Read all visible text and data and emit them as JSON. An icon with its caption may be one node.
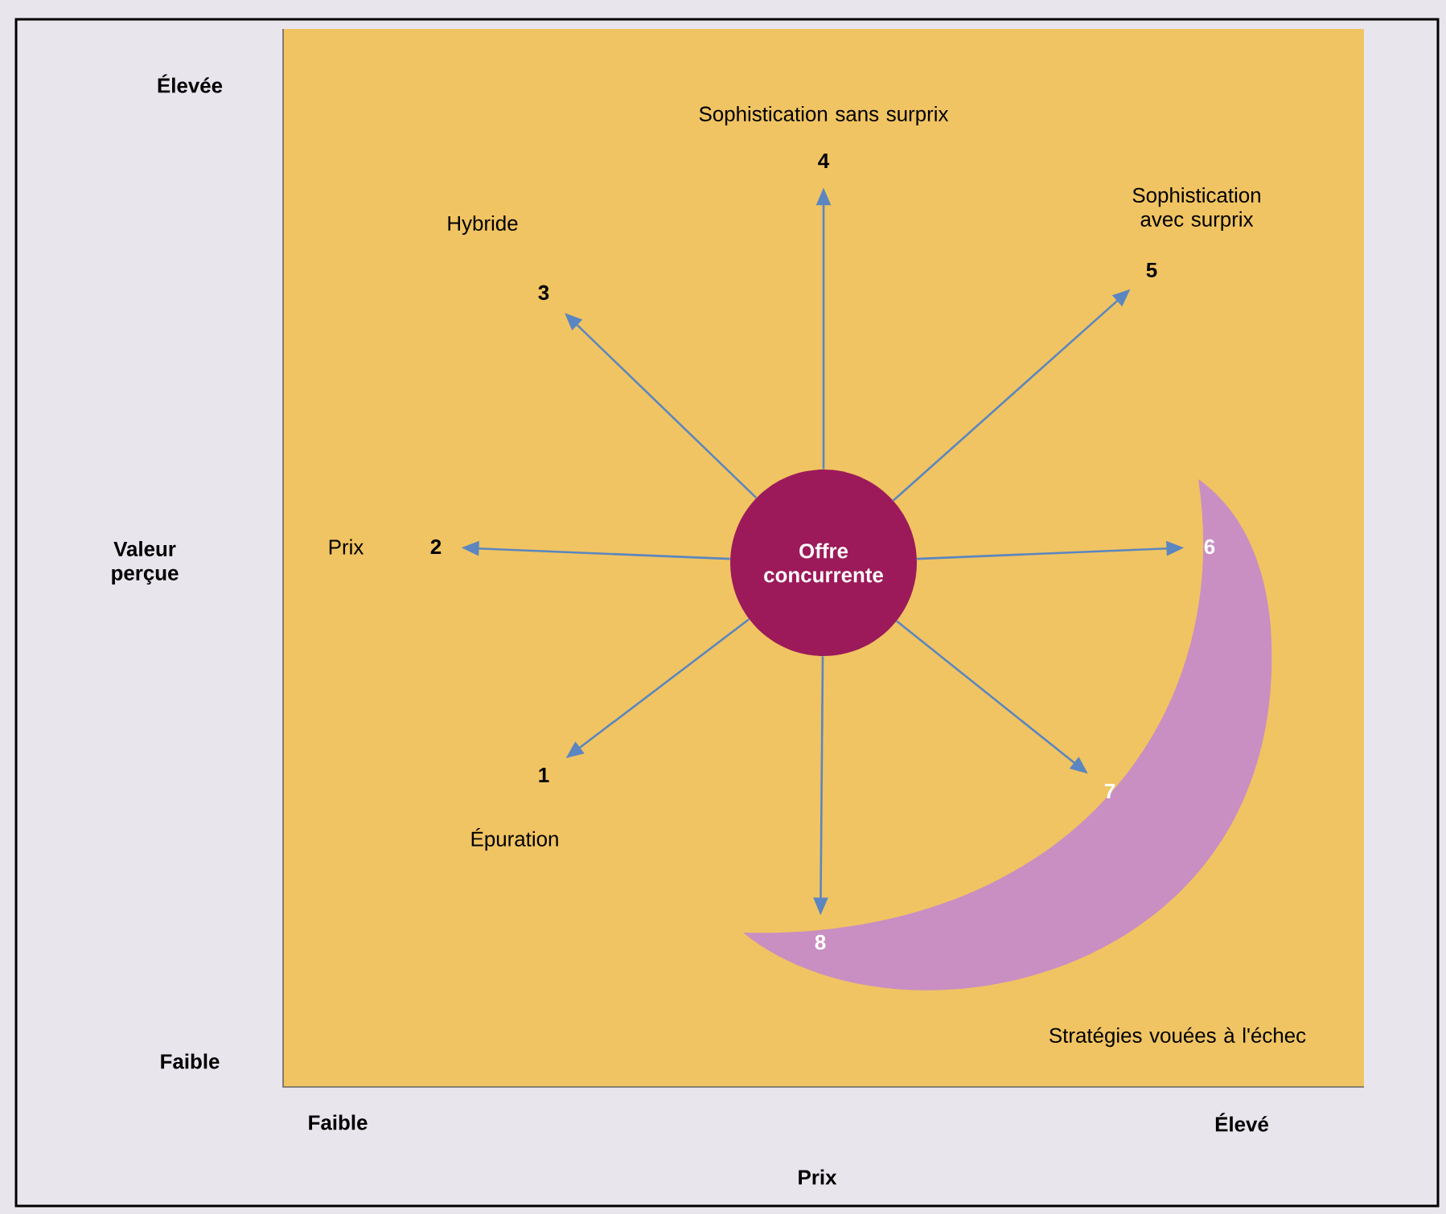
{
  "diagram": {
    "nodes": [
      {
        "text": [
          "Offre concurrente"
        ]
      },
      {
        "text": [
          "4"
        ],
        "beside": [
          "Sophistication sans surprix"
        ]
      },
      {
        "text": [
          "3"
        ],
        "beside": [
          "Hybride"
        ]
      },
      {
        "text": [
          "5"
        ],
        "beside": [
          "Sophistication avec surprix"
        ]
      },
      {
        "text": [
          "2"
        ],
        "beside": [
          "Prix"
        ]
      },
      {
        "text": [
          "Stratégies vouées à l'échec"
        ]
      },
      {
        "text": [
          "6"
        ],
        "in": 5
      },
      {
        "text": [
          "1"
        ],
        "beside": [
          "Épuration"
        ]
      },
      {
        "text": [
          "7"
        ],
        "in": 5
      },
      {
        "text": [
          "8"
        ],
        "in": 5
      }
    ],
    "edges": [
      {
        "from": 0,
        "to": 1,
        "arrow": "to"
      },
      {
        "from": 0,
        "to": 2,
        "arrow": "to"
      },
      {
        "from": 0,
        "to": 3,
        "arrow": "to"
      },
      {
        "from": 0,
        "to": 4,
        "arrow": "to"
      },
      {
        "from": 0,
        "to": 6,
        "arrow": "to"
      },
      {
        "from": 0,
        "to": 7,
        "arrow": "to"
      },
      {
        "from": 0,
        "to": 8,
        "arrow": "to"
      },
      {
        "from": 0,
        "to": 9,
        "arrow": "to"
      }
    ],
    "labels": [
      "Élevée",
      "Valeur perçue",
      "Faible",
      "Faible",
      "Élevé",
      "Prix"
    ]
  }
}
